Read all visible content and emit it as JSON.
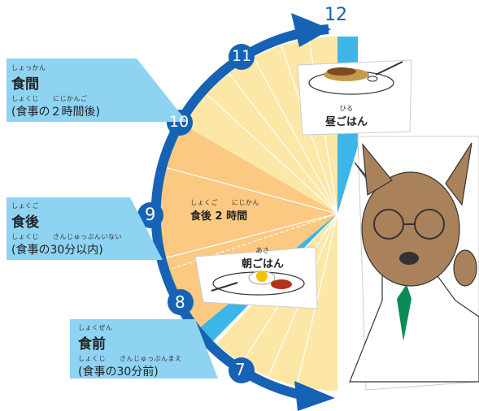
{
  "clock": {
    "hours": [
      "12",
      "11",
      "10",
      "9",
      "8",
      "7"
    ]
  },
  "intervals": {
    "between_meals": {
      "ruby_main": "しょっかん",
      "main": "食間",
      "ruby_detail": "しょくじ　　にじかんご",
      "detail": "(食事の２時間後)"
    },
    "after_meal": {
      "ruby_main": "しょくご",
      "main": "食後",
      "ruby_detail": "しょくじ　　さんじゅっぷんいない",
      "detail": "(食事の30分以内)"
    },
    "before_meal": {
      "ruby_main": "しょくぜん",
      "main": "食前",
      "ruby_detail": "しょくじ　　さんじゅっぷんまえ",
      "detail": "(食事の30分前)"
    }
  },
  "sector_label": {
    "ruby": "しょくご　　にじかん",
    "text": "食後 2 時間"
  },
  "meals": {
    "lunch": {
      "ruby": "ひる",
      "text": "昼ごはん"
    },
    "breakfast": {
      "ruby": "あさ",
      "text": "朝ごはん"
    }
  },
  "colors": {
    "arrow_blue": "#1662b5",
    "light_blue": "#3db5e6",
    "label_blue": "#8fd3f2",
    "light_yellow": "#fde7a6",
    "orange": "#fbc982"
  }
}
